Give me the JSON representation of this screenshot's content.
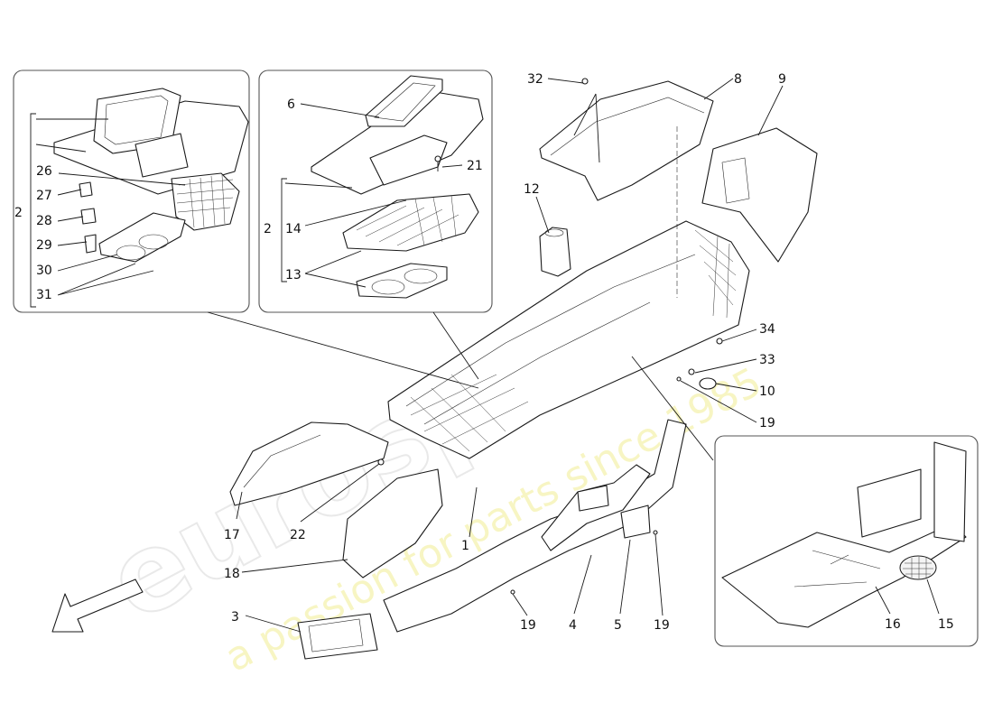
{
  "watermark": {
    "logo_text": "eurospares",
    "tagline": "a passion for parts since 1985"
  },
  "callouts": {
    "c1": "1",
    "c2a": "2",
    "c2b": "2",
    "c3": "3",
    "c4": "4",
    "c5": "5",
    "c6": "6",
    "c8": "8",
    "c9": "9",
    "c10": "10",
    "c12": "12",
    "c13": "13",
    "c14": "14",
    "c15": "15",
    "c16": "16",
    "c17": "17",
    "c18": "18",
    "c19a": "19",
    "c19b": "19",
    "c19c": "19",
    "c21": "21",
    "c22": "22",
    "c26": "26",
    "c27": "27",
    "c28": "28",
    "c29": "29",
    "c30": "30",
    "c31": "31",
    "c32": "32",
    "c33": "33",
    "c34": "34"
  },
  "colors": {
    "line": "#1a1a1a",
    "box_border": "#555555",
    "watermark_logo": "#d8d8d8",
    "watermark_tagline": "#f3ef9c"
  }
}
